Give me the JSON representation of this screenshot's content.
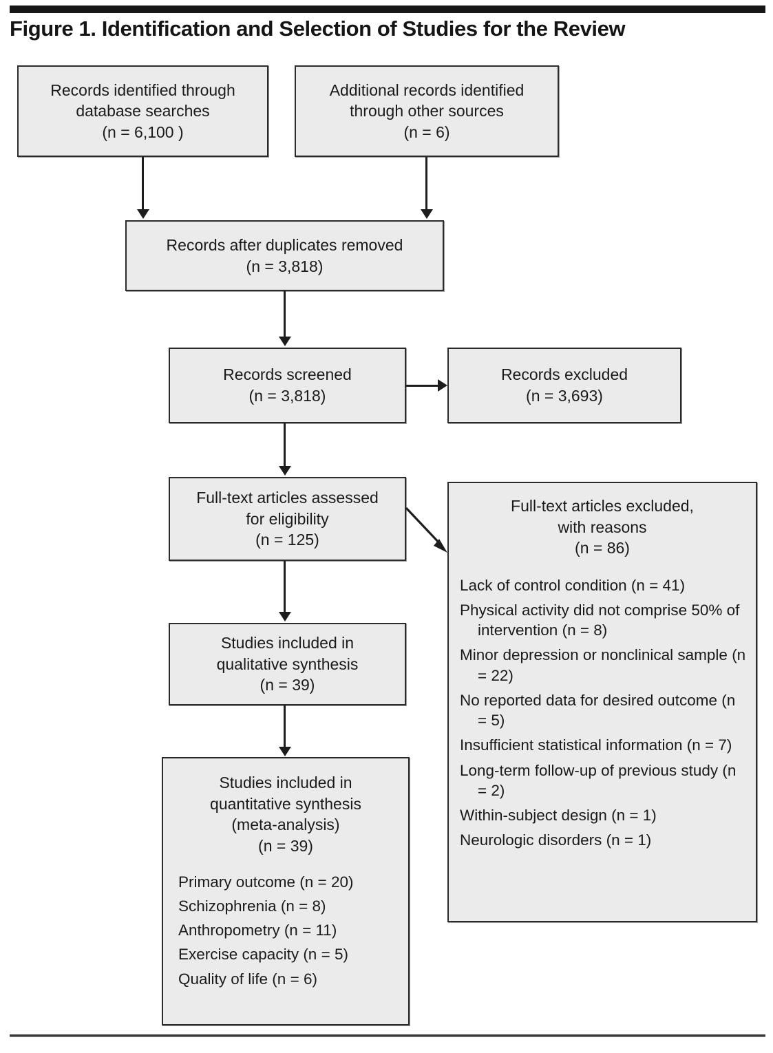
{
  "figure": {
    "title": "Figure 1. Identification and Selection of Studies for the Review",
    "top_rule_color": "#161616",
    "box_fill_color": "#ebebeb",
    "box_border_color": "#2b2b2b"
  },
  "nodes": {
    "db_records": {
      "lines": [
        "Records identified through",
        "database searches",
        "(n = 6,100 )"
      ]
    },
    "other_records": {
      "lines": [
        "Additional records identified",
        "through other sources",
        "(n = 6)"
      ]
    },
    "duplicates_removed": {
      "lines": [
        "Records after duplicates removed",
        "(n = 3,818)"
      ]
    },
    "records_screened": {
      "lines": [
        "Records screened",
        "(n = 3,818)"
      ]
    },
    "records_excluded": {
      "lines": [
        "Records excluded",
        "(n = 3,693)"
      ]
    },
    "fulltext_assessed": {
      "lines": [
        "Full-text articles assessed",
        "for eligibility",
        "(n = 125)"
      ]
    },
    "fulltext_excluded": {
      "header_lines": [
        "Full-text articles excluded,",
        "with reasons",
        "(n = 86)"
      ],
      "reasons": [
        "Lack of control condition (n = 41)",
        "Physical activity did not comprise 50% of intervention (n = 8)",
        "Minor depression or nonclinical sample (n = 22)",
        "No reported data for desired outcome (n = 5)",
        "Insufficient statistical information (n = 7)",
        "Long-term follow-up of previous study (n = 2)",
        "Within-subject design (n = 1)",
        "Neurologic disorders (n = 1)"
      ]
    },
    "qualitative_synthesis": {
      "lines": [
        "Studies included in",
        "qualitative synthesis",
        "(n = 39)"
      ]
    },
    "quantitative_synthesis": {
      "header_lines": [
        "Studies included in",
        "quantitative synthesis",
        "(meta-analysis)",
        "(n = 39)"
      ],
      "outcomes": [
        "Primary outcome (n = 20)",
        "Schizophrenia (n = 8)",
        "Anthropometry (n = 11)",
        "Exercise capacity (n = 5)",
        "Quality of life (n = 6)"
      ]
    }
  },
  "chart_data": {
    "type": "diagram",
    "diagram_kind": "prisma-flow",
    "title": "Figure 1. Identification and Selection of Studies for the Review",
    "stages": [
      {
        "id": "db_records",
        "label": "Records identified through database searches",
        "n": 6100
      },
      {
        "id": "other_records",
        "label": "Additional records identified through other sources",
        "n": 6
      },
      {
        "id": "duplicates_removed",
        "label": "Records after duplicates removed",
        "n": 3818
      },
      {
        "id": "records_screened",
        "label": "Records screened",
        "n": 3818
      },
      {
        "id": "records_excluded",
        "label": "Records excluded",
        "n": 3693
      },
      {
        "id": "fulltext_assessed",
        "label": "Full-text articles assessed for eligibility",
        "n": 125
      },
      {
        "id": "fulltext_excluded",
        "label": "Full-text articles excluded, with reasons",
        "n": 86
      },
      {
        "id": "qualitative_synthesis",
        "label": "Studies included in qualitative synthesis",
        "n": 39
      },
      {
        "id": "quantitative_synthesis",
        "label": "Studies included in quantitative synthesis (meta-analysis)",
        "n": 39
      }
    ],
    "exclusion_reasons": [
      {
        "reason": "Lack of control condition",
        "n": 41
      },
      {
        "reason": "Physical activity did not comprise 50% of intervention",
        "n": 8
      },
      {
        "reason": "Minor depression or nonclinical sample",
        "n": 22
      },
      {
        "reason": "No reported data for desired outcome",
        "n": 5
      },
      {
        "reason": "Insufficient statistical information",
        "n": 7
      },
      {
        "reason": "Long-term follow-up of previous study",
        "n": 2
      },
      {
        "reason": "Within-subject design",
        "n": 1
      },
      {
        "reason": "Neurologic disorders",
        "n": 1
      }
    ],
    "quantitative_breakdown": [
      {
        "outcome": "Primary outcome",
        "n": 20
      },
      {
        "outcome": "Schizophrenia",
        "n": 8
      },
      {
        "outcome": "Anthropometry",
        "n": 11
      },
      {
        "outcome": "Exercise capacity",
        "n": 5
      },
      {
        "outcome": "Quality of life",
        "n": 6
      }
    ],
    "edges": [
      {
        "from": "db_records",
        "to": "duplicates_removed"
      },
      {
        "from": "other_records",
        "to": "duplicates_removed"
      },
      {
        "from": "duplicates_removed",
        "to": "records_screened"
      },
      {
        "from": "records_screened",
        "to": "records_excluded"
      },
      {
        "from": "records_screened",
        "to": "fulltext_assessed"
      },
      {
        "from": "fulltext_assessed",
        "to": "fulltext_excluded"
      },
      {
        "from": "fulltext_assessed",
        "to": "qualitative_synthesis"
      },
      {
        "from": "qualitative_synthesis",
        "to": "quantitative_synthesis"
      }
    ]
  }
}
